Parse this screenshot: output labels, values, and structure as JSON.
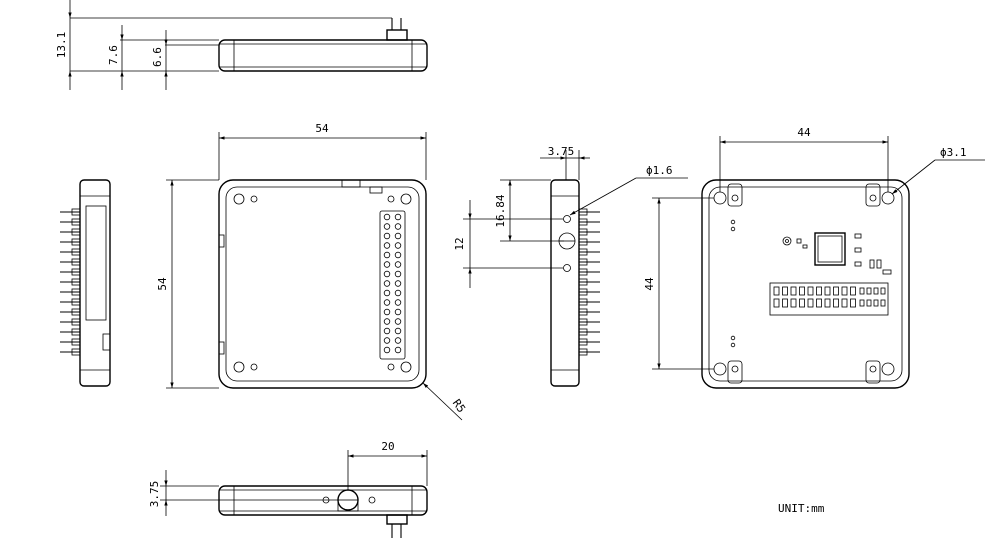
{
  "dimensions": {
    "top_height_total": "13.1",
    "top_height_mid": "7.6",
    "top_height_body": "6.6",
    "front_width": "54",
    "front_height": "54",
    "corner_radius": "R5",
    "side_offset": "3.75",
    "side_pin_dia": "ϕ1.6",
    "side_hole_pos": "16.84",
    "side_hole_gap": "12",
    "back_width": "44",
    "back_height": "44",
    "back_hole_dia": "ϕ3.1",
    "bottom_width": "20",
    "bottom_offset": "3.75"
  },
  "unit_label": "UNIT:mm"
}
